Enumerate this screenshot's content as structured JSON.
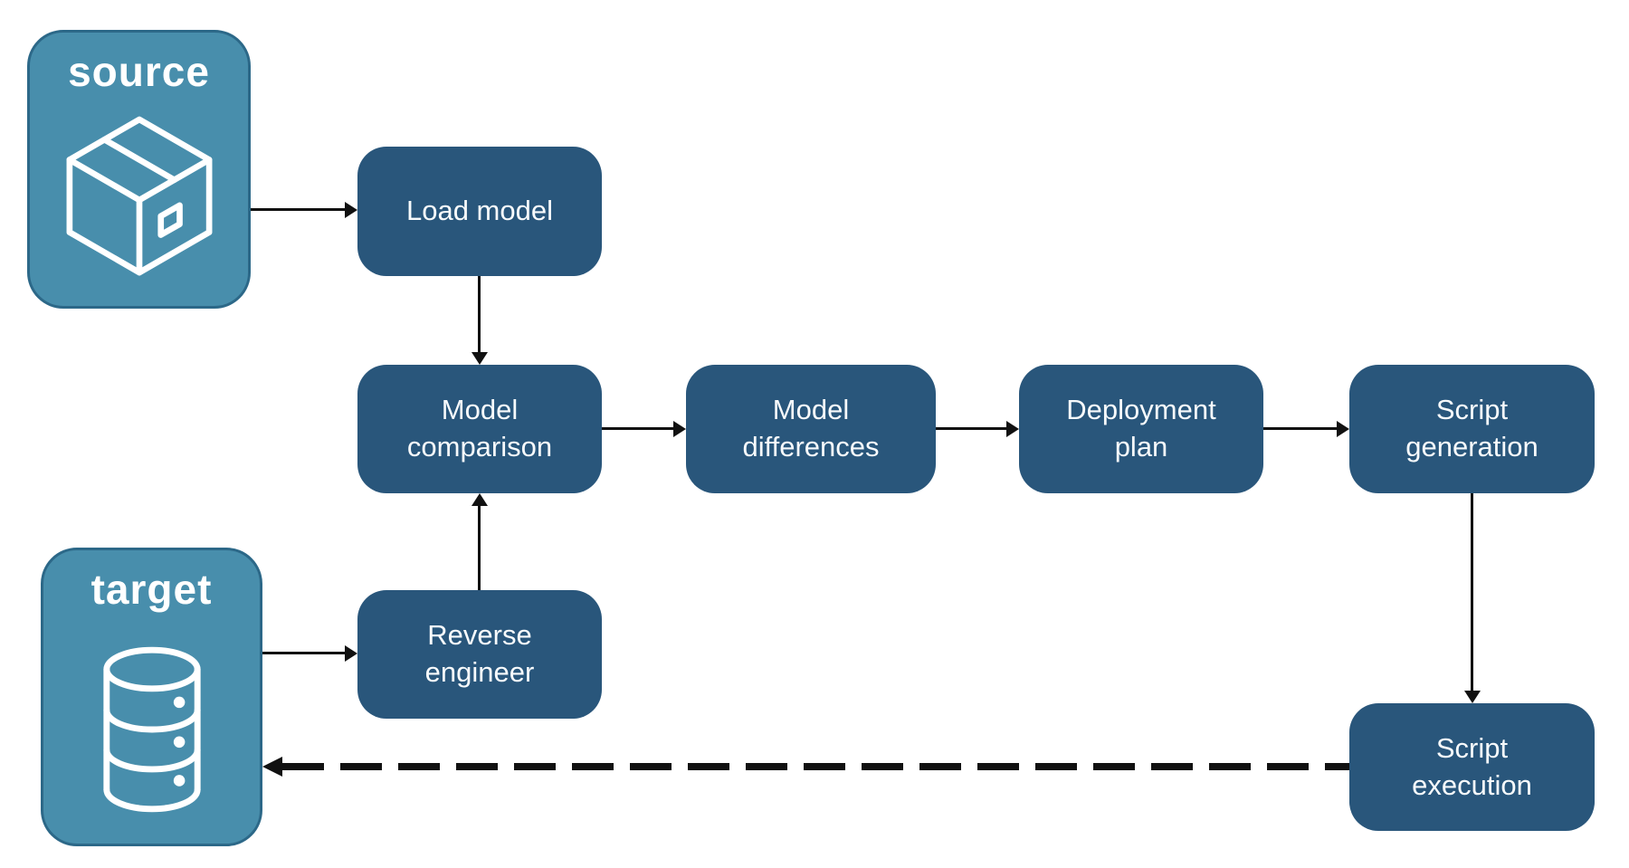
{
  "containers": {
    "source": {
      "label": "source",
      "icon": "package-icon"
    },
    "target": {
      "label": "target",
      "icon": "database-icon"
    }
  },
  "nodes": [
    {
      "id": "load-model",
      "label": "Load model"
    },
    {
      "id": "model-comparison",
      "label": "Model comparison"
    },
    {
      "id": "model-differences",
      "label": "Model differences"
    },
    {
      "id": "deployment-plan",
      "label": "Deployment plan"
    },
    {
      "id": "script-generation",
      "label": "Script generation"
    },
    {
      "id": "reverse-engineer",
      "label": "Reverse engineer"
    },
    {
      "id": "script-execution",
      "label": "Script execution"
    }
  ],
  "edges": [
    {
      "from": "source",
      "to": "load-model",
      "style": "solid"
    },
    {
      "from": "load-model",
      "to": "model-comparison",
      "style": "solid"
    },
    {
      "from": "model-comparison",
      "to": "model-differences",
      "style": "solid"
    },
    {
      "from": "model-differences",
      "to": "deployment-plan",
      "style": "solid"
    },
    {
      "from": "deployment-plan",
      "to": "script-generation",
      "style": "solid"
    },
    {
      "from": "script-generation",
      "to": "script-execution",
      "style": "solid"
    },
    {
      "from": "target",
      "to": "reverse-engineer",
      "style": "solid"
    },
    {
      "from": "reverse-engineer",
      "to": "model-comparison",
      "style": "solid"
    },
    {
      "from": "script-execution",
      "to": "target",
      "style": "dashed"
    }
  ],
  "colors": {
    "node_fill": "#29567b",
    "container_fill": "#488eac",
    "container_border": "#2c6888",
    "label_text": "#ffffff",
    "arrow": "#111111",
    "background": "#ffffff"
  }
}
